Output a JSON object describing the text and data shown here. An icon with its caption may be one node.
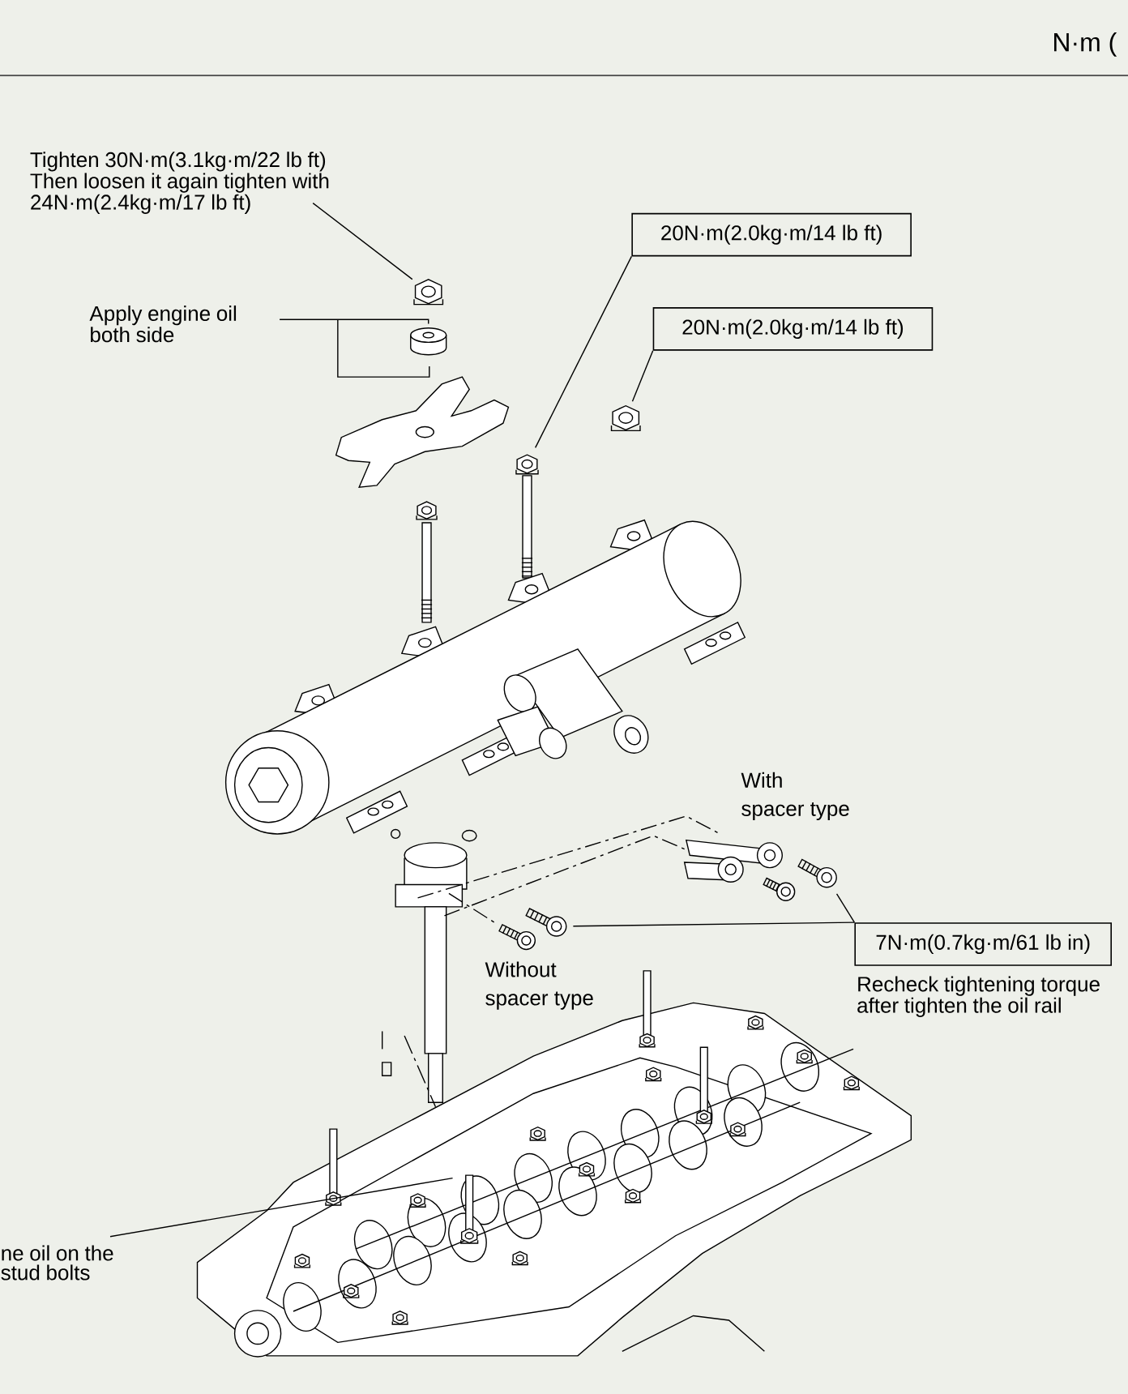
{
  "diagram": {
    "nodes": [
      {
        "text": [
          "Tighten 30N·m(3.1kg·m/22 lb ft) Then loosen it again tighten with 24N·m(2.4kg·m/17 lb ft)"
        ]
      },
      {
        "text": [],
        "shape": "picture"
      },
      {
        "text": [
          "20N·m(2.0kg·m/14 lb ft)"
        ]
      },
      {
        "text": [
          "Apply engine oil both side"
        ]
      },
      {
        "text": [],
        "shape": "cylinder"
      },
      {
        "text": [
          "20N·m(2.0kg·m/14 lb ft)"
        ]
      },
      {
        "text": [],
        "shape": "picture"
      },
      {
        "text": [],
        "shape": "picture"
      },
      {
        "text": [],
        "shape": "picture"
      },
      {
        "text": [],
        "shape": "picture"
      },
      {
        "text": [
          "7N·m(0.7kg·m/61 lb in)"
        ],
        "beside": [
          "Recheck tightening torque after tighten the oil rail"
        ]
      },
      {
        "text": [],
        "shape": "picture"
      },
      {
        "text": [
          "ne oil on the stud bolts"
        ]
      }
    ],
    "edges": [
      {
        "from": 0,
        "to": 1,
        "arrow": "none"
      },
      {
        "from": 2,
        "to": 7,
        "arrow": "none"
      },
      {
        "from": 3,
        "to": 4,
        "arrow": "none"
      },
      {
        "from": 5,
        "to": 6,
        "arrow": "none"
      },
      {
        "from": 10,
        "to": 9,
        "arrow": "none"
      },
      {
        "from": 10,
        "to": 8,
        "arrow": "none"
      },
      {
        "from": 12,
        "to": 11,
        "arrow": "none"
      }
    ],
    "labels": [
      "N·m (",
      "With spacer type",
      "Without spacer type"
    ]
  }
}
